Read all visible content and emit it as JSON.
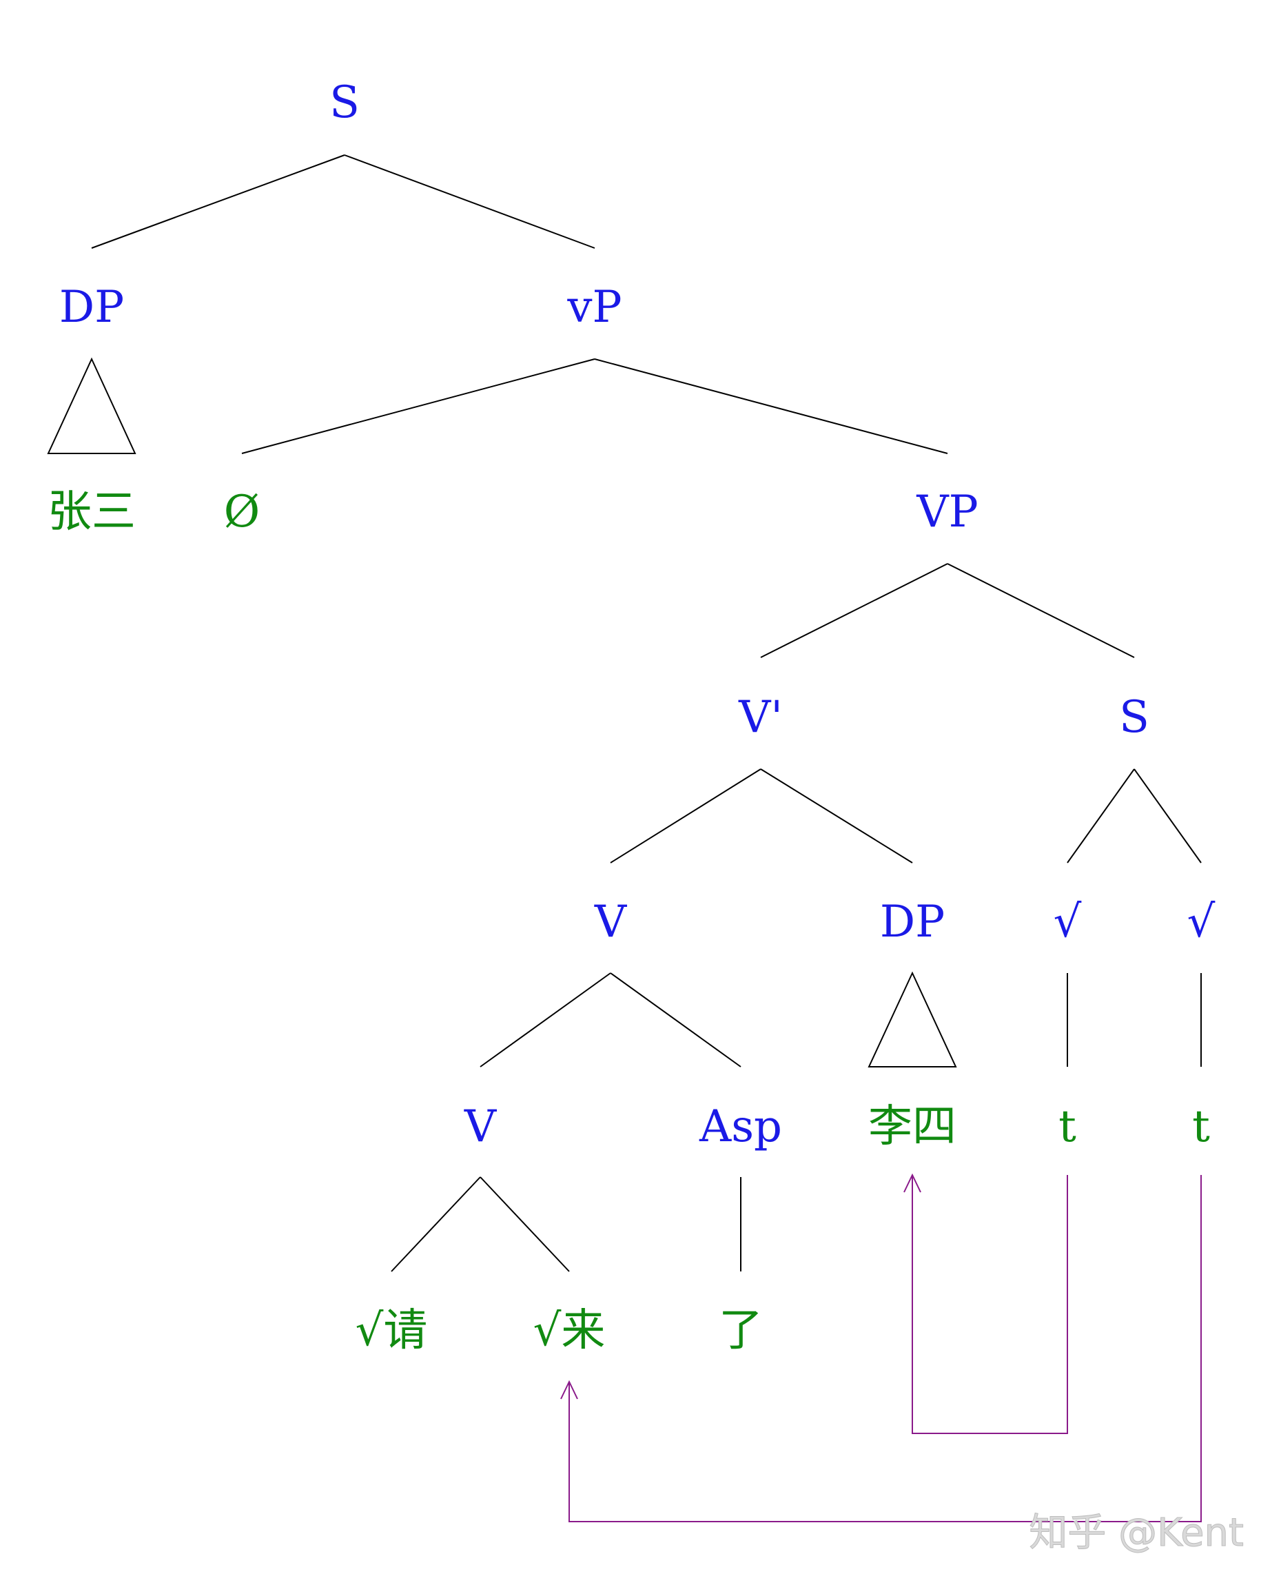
{
  "labels": {
    "s_root": "S",
    "dp_subj": "DP",
    "vp_little": "vP",
    "zhangsan": "张三",
    "null_v": "Ø",
    "vp_big": "VP",
    "vbar": "V'",
    "s_small": "S",
    "v_upper": "V",
    "dp_obj": "DP",
    "root1": "√",
    "root2": "√",
    "v_lower": "V",
    "asp": "Asp",
    "lisi": "李四",
    "trace1": "t",
    "trace2": "t",
    "qing": "√请",
    "lai": "√来",
    "le": "了"
  },
  "colors": {
    "category": "#1a1ae6",
    "word": "#118a11",
    "branch": "#000000",
    "movement": "#8a1a8a"
  },
  "watermark": "知乎 @Kent"
}
